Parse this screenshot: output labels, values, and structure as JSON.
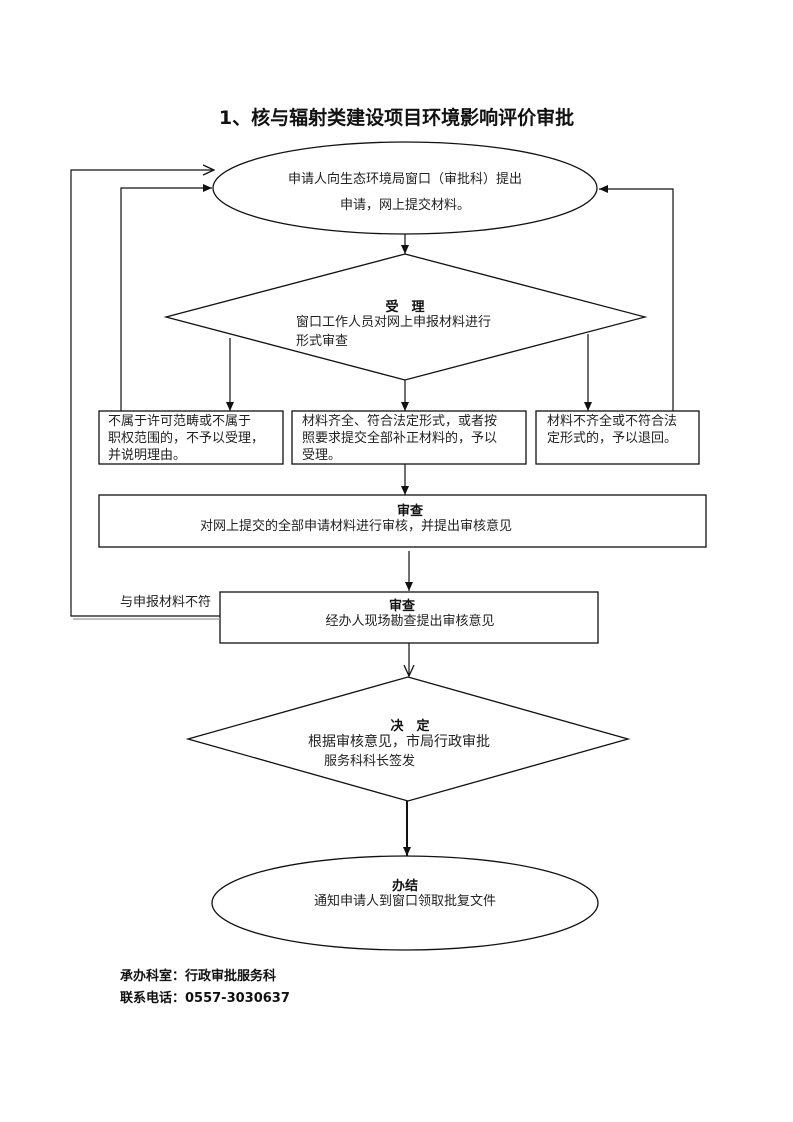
{
  "title": "1、核与辐射类建设项目环境影响评价审批",
  "nodes": {
    "apply": {
      "line1": "申请人向生态环境局窗口（审批科）提出",
      "line2": "申请，网上提交材料。"
    },
    "accept": {
      "heading": "受　理",
      "line1": "窗口工作人员对网上申报材料进行",
      "line2": "形式审查"
    },
    "reject_scope": {
      "line1": "不属于许可范畴或不属于",
      "line2": "职权范围的，不予以受理，",
      "line3": "并说明理由。"
    },
    "accepted": {
      "line1": "材料齐全、符合法定形式，或者按",
      "line2": "照要求提交全部补正材料的，予以",
      "line3": "受理。"
    },
    "returned": {
      "line1": "材料不齐全或不符合法",
      "line2": "定形式的，予以退回。"
    },
    "review1": {
      "heading": "审查",
      "line1": "对网上提交的全部申请材料进行审核，并提出审核意见"
    },
    "review2": {
      "heading": "审查",
      "line1": "经办人现场勘查提出审核意见"
    },
    "decision": {
      "heading": "决　定",
      "line1": "根据审核意见，市局行政审批",
      "line2": "服务科科长签发"
    },
    "done": {
      "heading": "办结",
      "line1": "通知申请人到窗口领取批复文件"
    }
  },
  "edge_labels": {
    "mismatch": "与申报材料不符"
  },
  "footer": {
    "office": "承办科室：行政审批服务科",
    "phone": "联系电话：0557-3030637"
  }
}
